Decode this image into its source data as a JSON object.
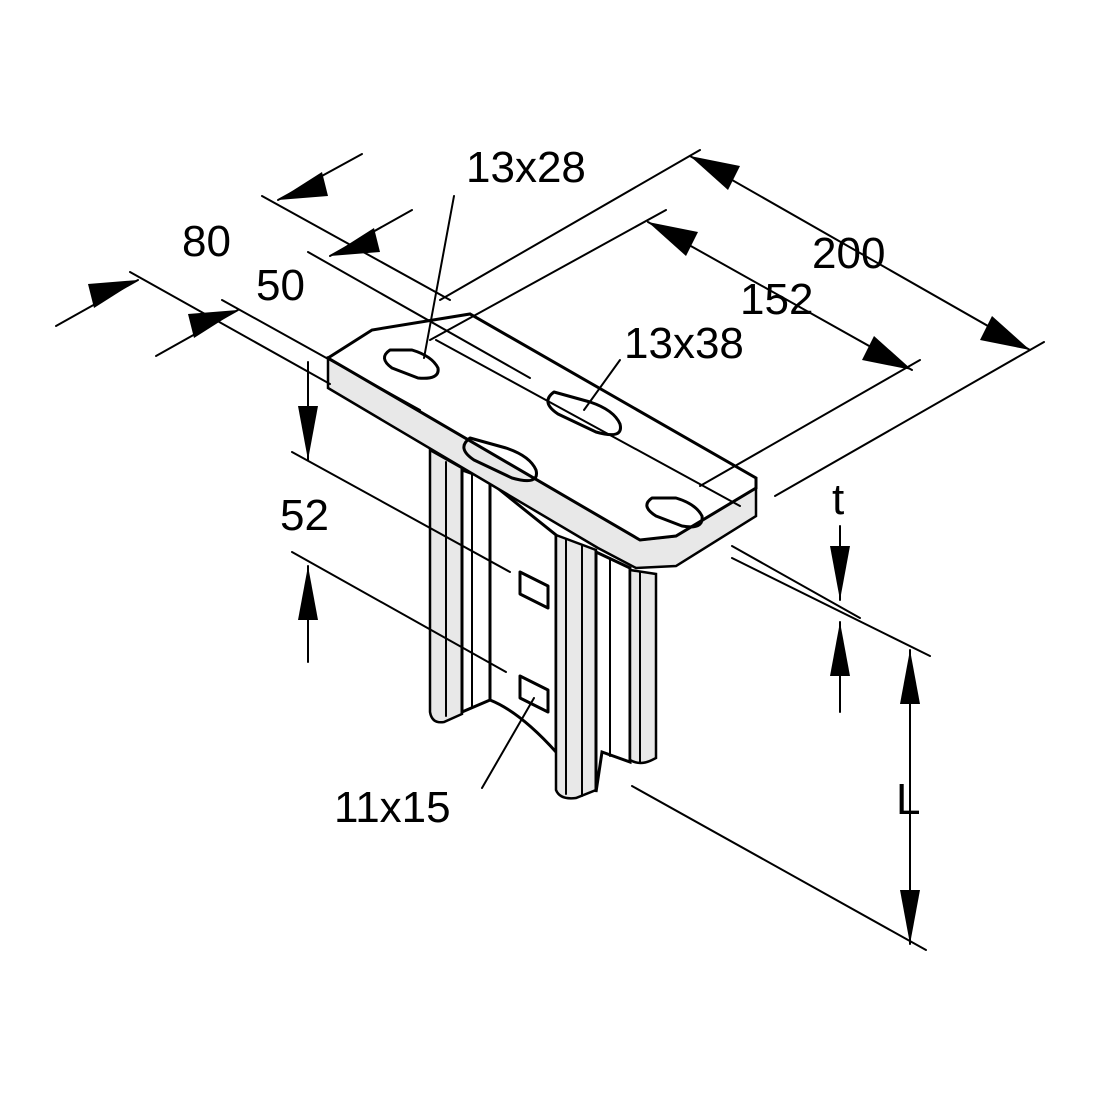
{
  "drawing": {
    "part": "bracket-with-slotted-top-plate",
    "dimensions": {
      "overall_length": "200",
      "hole_spacing": "152",
      "plate_width": "80",
      "hole_row_offset": "50",
      "plate_to_slot": "52",
      "thickness": "t",
      "length": "L"
    },
    "holes": {
      "small_slot": "13x28",
      "long_slot": "13x38",
      "square_hole": "11x15"
    }
  }
}
